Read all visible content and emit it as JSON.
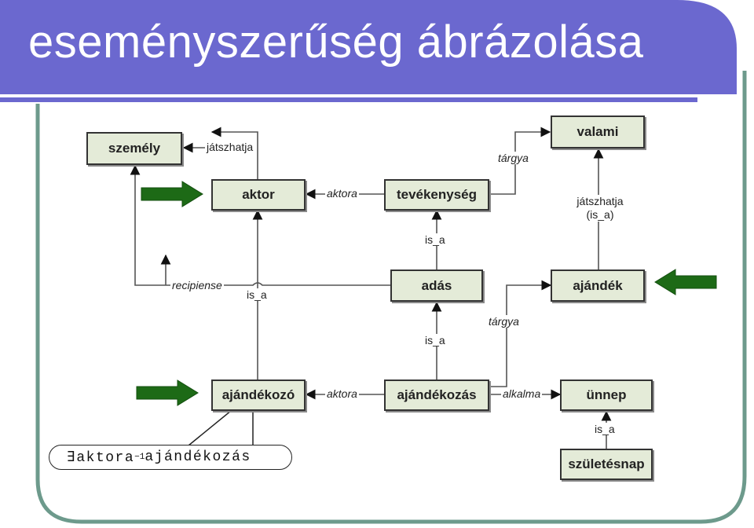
{
  "slide": {
    "title": "eseményszerűség ábrázolása",
    "colors": {
      "header": "#6b68cf",
      "frame": "#6d9a8c",
      "node_fill": "#e4ebd8",
      "arrow_green": "#1d6a16"
    }
  },
  "nodes": {
    "szemely": "személy",
    "aktor": "aktor",
    "tevekenyseg": "tevékenység",
    "valami": "valami",
    "adas": "adás",
    "ajandek": "ajándék",
    "ajandekozo": "ajándékozó",
    "ajandekozas": "ajándékozás",
    "unnep": "ünnep",
    "szuletesnap": "születésnap"
  },
  "edges": {
    "jatszhatja_top": "játszhatja",
    "aktora_top": "aktora",
    "targya_top": "tárgya",
    "jatszhatja_right_1": "játszhatja",
    "jatszhatja_right_2": "(is_a)",
    "is_a_tev": "is_a",
    "recipiense": "recipiense",
    "is_a_aktor": "is_a",
    "targya_mid": "tárgya",
    "is_a_adas": "is_a",
    "aktora_bottom": "aktora",
    "alkalma": "alkalma",
    "is_a_unnep": "is_a"
  },
  "callout": {
    "prefix": "∃aktora",
    "superscript": "−1",
    "suffix": "ajándékozás"
  }
}
